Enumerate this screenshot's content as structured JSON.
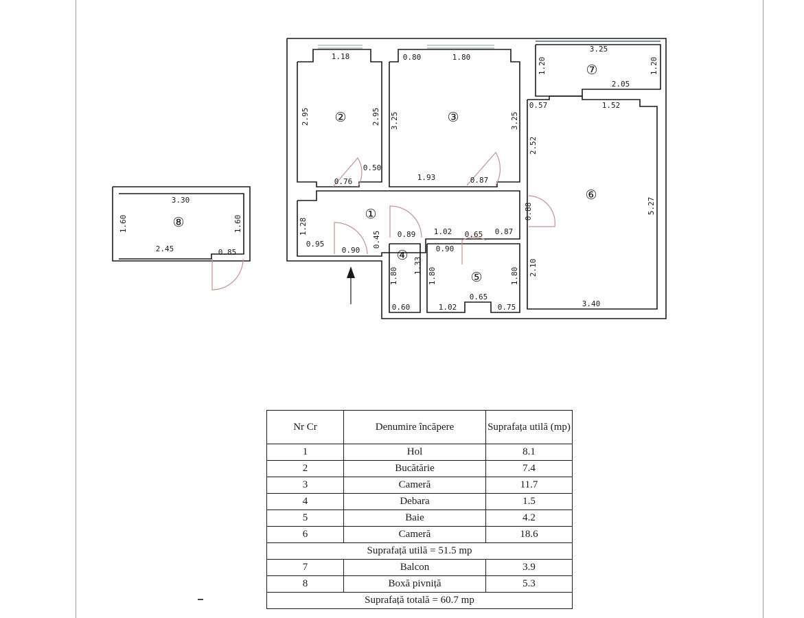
{
  "rooms": {
    "r1": "①",
    "r2": "②",
    "r3": "③",
    "r4": "④",
    "r5": "⑤",
    "r6": "⑥",
    "r7": "⑦",
    "r8": "⑧"
  },
  "dims": {
    "d1_18": "1.18",
    "d0_80": "0.80",
    "d1_80a": "1.80",
    "d3_25a": "3.25",
    "d1_20a": "1.20",
    "d1_20b": "1.20",
    "d2_05": "2.05",
    "d2_95a": "2.95",
    "d2_95b": "2.95",
    "d3_25b": "3.25",
    "d3_25c": "3.25",
    "d0_57": "0.57",
    "d1_52": "1.52",
    "d2_52": "2.52",
    "d0_50": "0.50",
    "d0_76": "0.76",
    "d1_93": "1.93",
    "d0_87a": "0.87",
    "d3_30": "3.30",
    "d1_60a": "1.60",
    "d1_60b": "1.60",
    "d2_45": "2.45",
    "d0_85": "0.85",
    "d1_28": "1.28",
    "d0_95": "0.95",
    "d0_90a": "0.90",
    "d0_45": "0.45",
    "d0_89": "0.89",
    "d1_02a": "1.02",
    "d0_65a": "0.65",
    "d0_87b": "0.87",
    "d0_88": "0.88",
    "d5_27": "5.27",
    "d1_33": "1.33",
    "d0_90b": "0.90",
    "d1_80b": "1.80",
    "d1_80c": "1.80",
    "d1_80d": "1.80",
    "d2_10": "2.10",
    "d0_60": "0.60",
    "d1_02b": "1.02",
    "d0_65b": "0.65",
    "d0_75": "0.75",
    "d3_40": "3.40"
  },
  "table": {
    "header": {
      "nr": "Nr Cr",
      "name": "Denumire încăpere",
      "area": "Suprafața utilă (mp)"
    },
    "rows": [
      {
        "nr": "1",
        "name": "Hol",
        "area": "8.1"
      },
      {
        "nr": "2",
        "name": "Bucătărie",
        "area": "7.4"
      },
      {
        "nr": "3",
        "name": "Cameră",
        "area": "11.7"
      },
      {
        "nr": "4",
        "name": "Debara",
        "area": "1.5"
      },
      {
        "nr": "5",
        "name": "Baie",
        "area": "4.2"
      },
      {
        "nr": "6",
        "name": "Cameră",
        "area": "18.6"
      }
    ],
    "subtotal": "Suprafață utilă = 51.5 mp",
    "rows2": [
      {
        "nr": "7",
        "name": "Balcon",
        "area": "3.9"
      },
      {
        "nr": "8",
        "name": "Boxă pivniță",
        "area": "5.3"
      }
    ],
    "total": "Suprafață totală = 60.7 mp"
  }
}
